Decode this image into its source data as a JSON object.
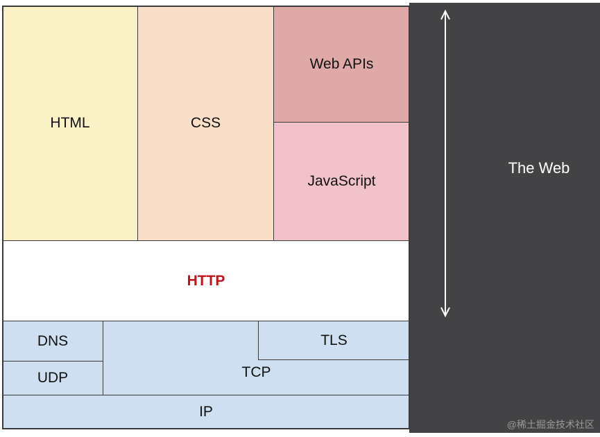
{
  "colors": {
    "html": "#fbf1c7",
    "css": "#f9dfc7",
    "web_apis": "#dea9a7",
    "javascript": "#f1c2c9",
    "http": "#ffffff",
    "http_text": "#c0141c",
    "network": "#cddff0",
    "panel": "#434346"
  },
  "layers": {
    "html": "HTML",
    "css": "CSS",
    "web_apis": "Web APIs",
    "javascript": "JavaScript",
    "http": "HTTP",
    "dns": "DNS",
    "udp": "UDP",
    "tls": "TLS",
    "tcp": "TCP",
    "ip": "IP"
  },
  "side_label": "The Web",
  "watermark": "@稀土掘金技术社区"
}
